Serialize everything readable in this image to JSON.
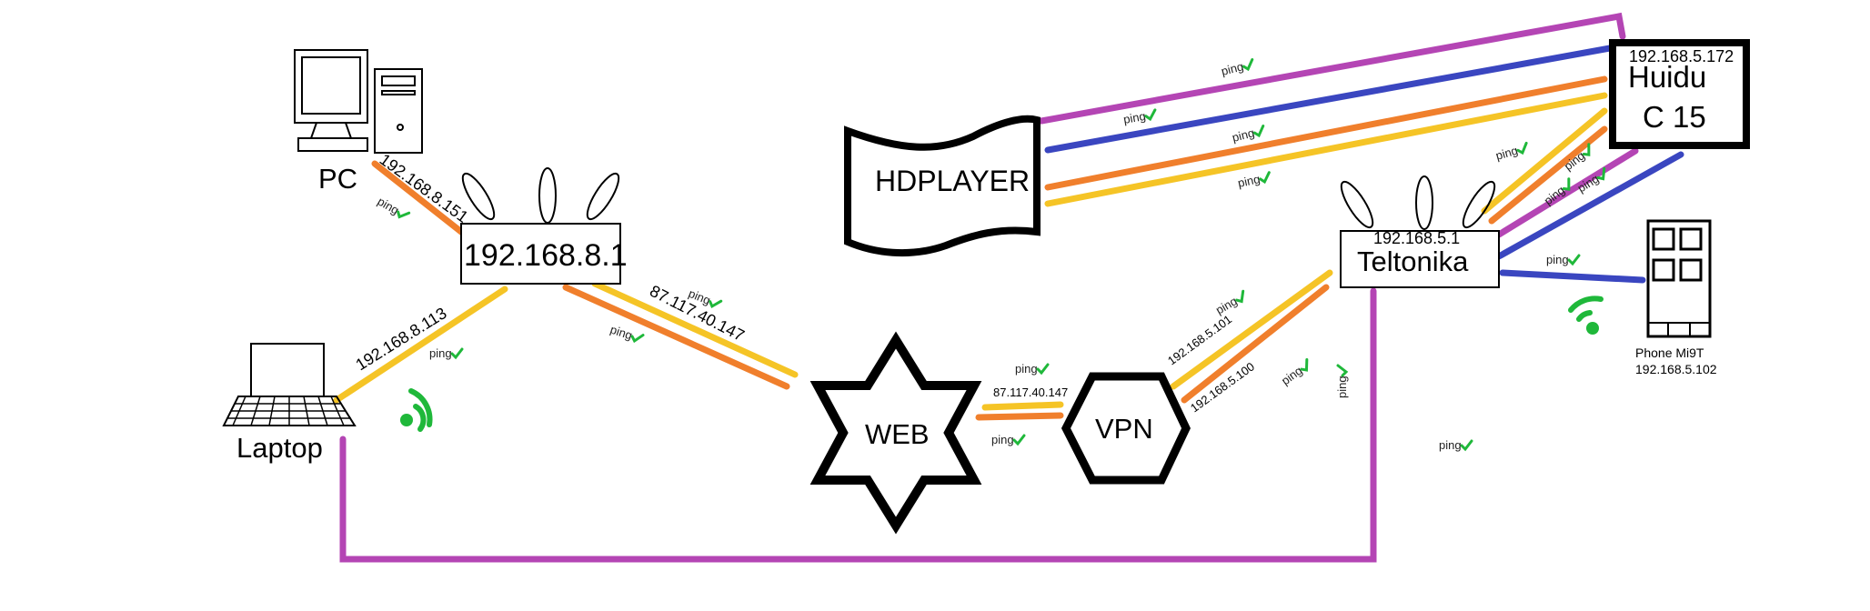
{
  "colors": {
    "purple": "#b445b4",
    "blue": "#3a46c0",
    "orange": "#f07f2c",
    "yellow": "#f5c426",
    "green": "#1fb83a",
    "black": "#000000"
  },
  "nodes": {
    "pc": {
      "label": "PC",
      "ip": "192.168.8.151"
    },
    "router": {
      "label": "192.168.8.1"
    },
    "laptop": {
      "label": "Laptop",
      "ip": "192.168.8.113"
    },
    "web": {
      "label": "WEB",
      "ip": "87.117.40.147"
    },
    "web_vpn_ip": "87.117.40.147",
    "vpn": {
      "label": "VPN"
    },
    "hdplayer": {
      "label": "HDPLAYER"
    },
    "teltonika": {
      "label": "Teltonika",
      "ip": "192.168.5.1",
      "ip_a": "192.168.5.101",
      "ip_b": "192.168.5.100"
    },
    "huidu": {
      "line1": "Huidu",
      "line2": "C 15",
      "ip": "192.168.5.172"
    },
    "phone": {
      "label": "Phone Mi9T",
      "ip": "192.168.5.102"
    }
  },
  "ping_label": "ping",
  "icons": [
    "pc-icon",
    "router-icon",
    "laptop-icon",
    "wifi-icon",
    "phone-icon",
    "check-icon"
  ]
}
